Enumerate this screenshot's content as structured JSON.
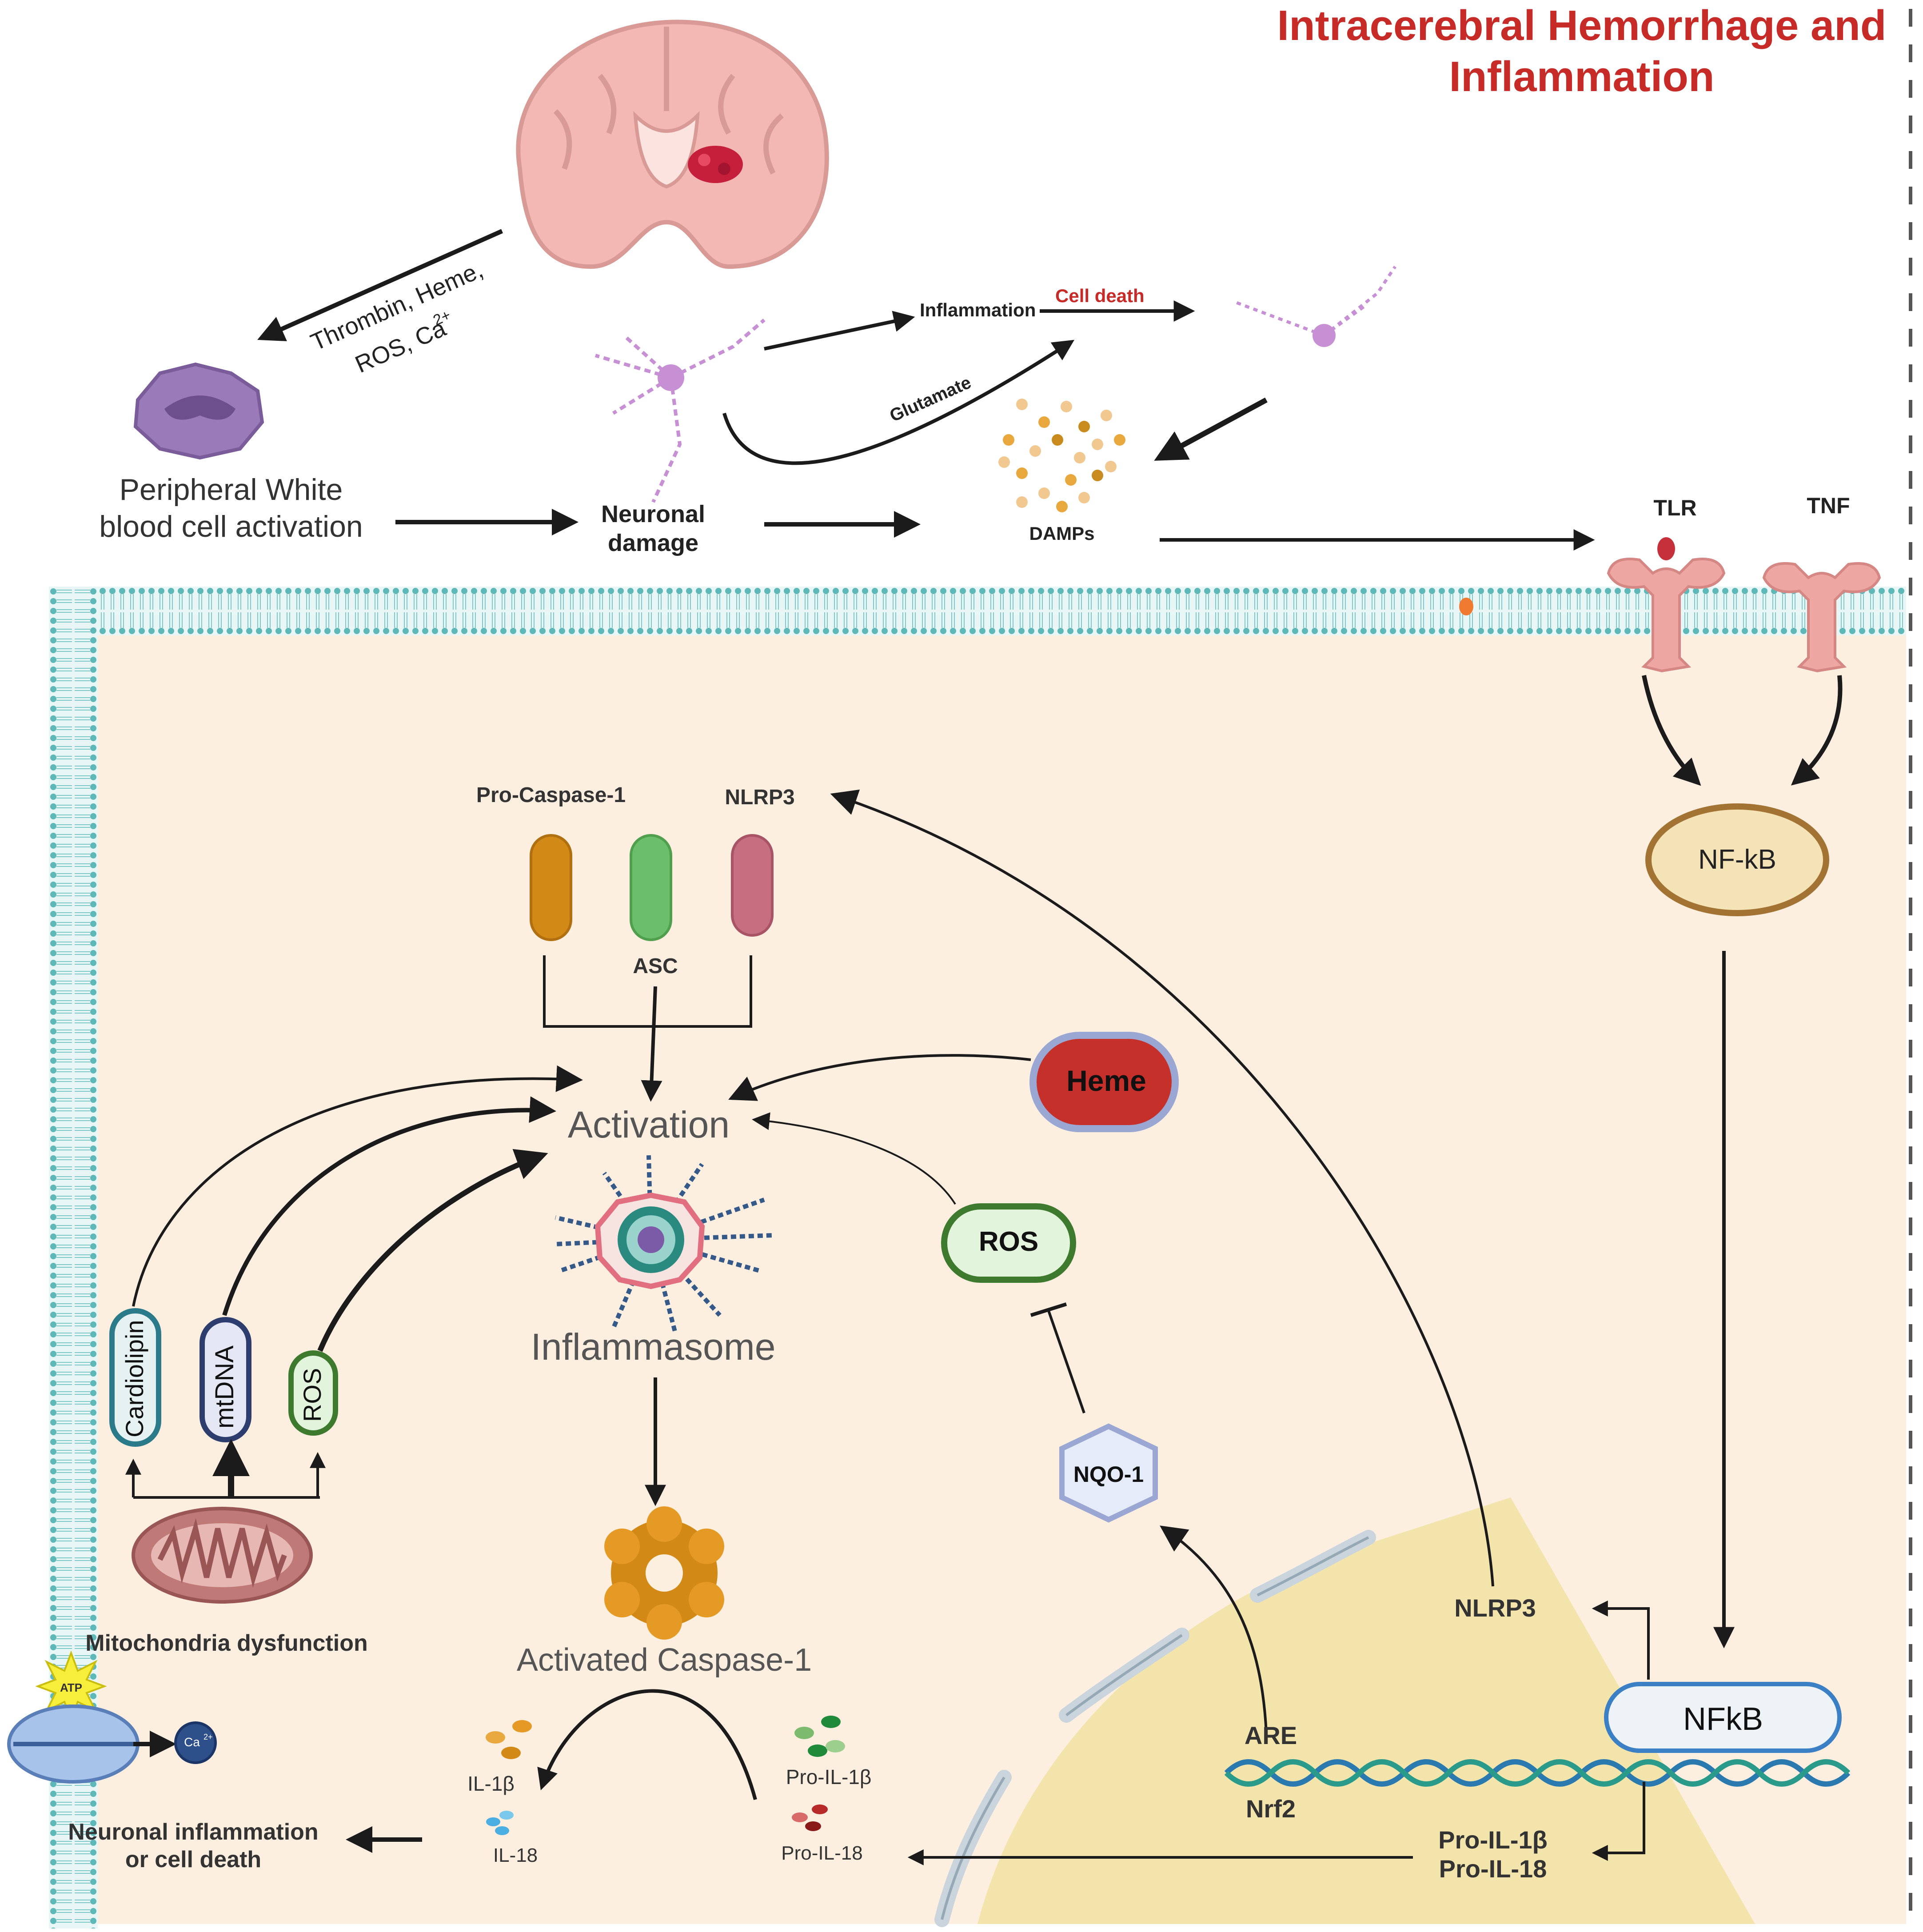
{
  "title": {
    "line1": "Intracerebral Hemorrhage and",
    "line2": "Inflammation",
    "color": "#c62b28"
  },
  "top": {
    "thrombin_line1": "Thrombin, Heme,",
    "thrombin_line2": "ROS, Ca",
    "thrombin_sup": "2+",
    "pwbc_line1": "Peripheral White",
    "pwbc_line2": "blood cell activation",
    "neuronal_damage_line1": "Neuronal",
    "neuronal_damage_line2": "damage",
    "inflammation": "Inflammation",
    "cell_death": "Cell death",
    "glutamate": "Glutamate",
    "damps": "DAMPs",
    "tlr": "TLR",
    "tnf": "TNF"
  },
  "cell": {
    "nfkb_top": "NF-kB",
    "pro_caspase": "Pro-Caspase-1",
    "nlrp3_top": "NLRP3",
    "asc": "ASC",
    "activation": "Activation",
    "heme": "Heme",
    "ros_right": "ROS",
    "cardiolipin": "Cardiolipin",
    "mtdna": "mtDNA",
    "ros_left": "ROS",
    "inflammasome": "Inflammasome",
    "mito_dysfunction": "Mitochondria dysfunction",
    "atp": "ATP",
    "ca": "Ca",
    "ca_sup": "2+",
    "activated_caspase": "Activated Caspase-1",
    "nqo1": "NQO-1",
    "nlrp3_nucleus": "NLRP3",
    "are": "ARE",
    "nrf2": "Nrf2",
    "nfkb_nucleus": "NFkB",
    "il1b": "IL-1β",
    "il18": "IL-18",
    "pro_il1b": "Pro-IL-1β",
    "pro_il18": "Pro-IL-18",
    "pro_il1b_bold": "Pro-IL-1β",
    "pro_il18_bold": "Pro-IL-18",
    "neuronal_inflammation_line1": "Neuronal inflammation",
    "neuronal_inflammation_line2": "or cell death"
  },
  "colors": {
    "cytoplasm": "#fcefe0",
    "membrane": "#5fb8b8",
    "nucleus": "#f2e4aa",
    "heme_fill": "#c5302a",
    "ros_border": "#3e7a2e",
    "nfkb_border": "#b07a3a",
    "nfkb_nucleus_border": "#3b7fc4"
  }
}
